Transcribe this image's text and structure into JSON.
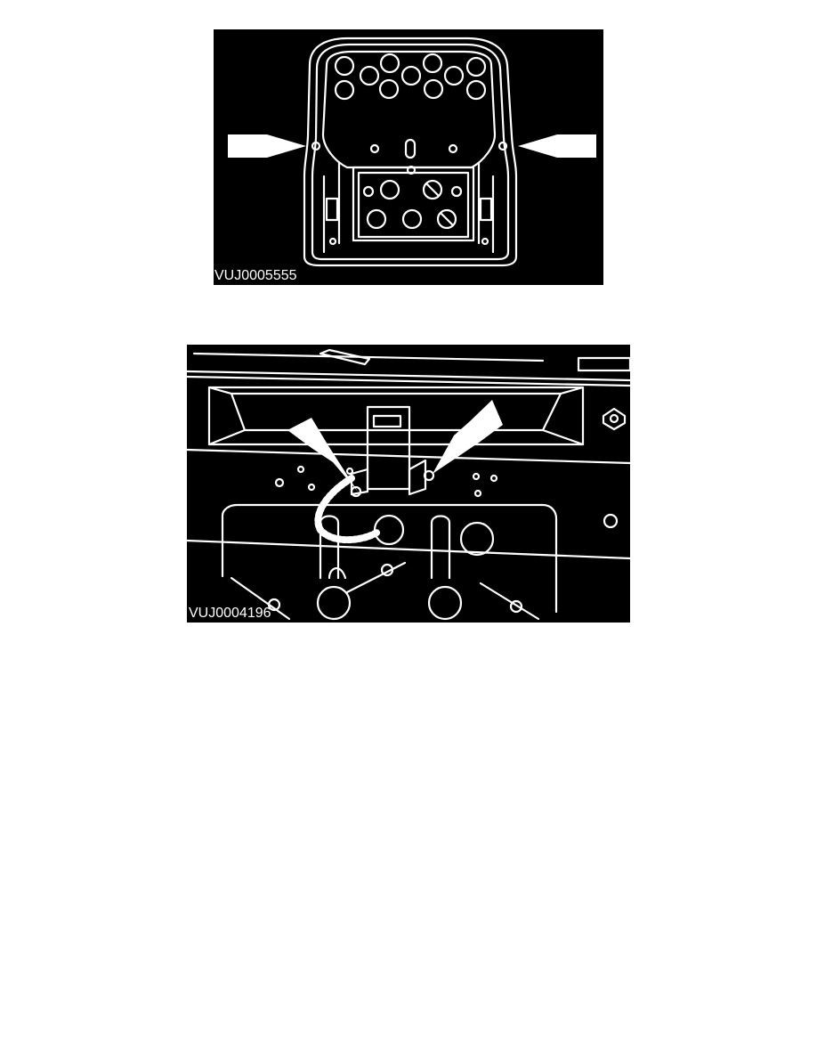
{
  "document": {
    "figures": [
      {
        "label": "VUJ0005555",
        "subject": "seat cushion underside, two arrows indicating fastener holes",
        "icon": "seat-pan-illustration"
      },
      {
        "label": "VUJ0004196",
        "subject": "seat base bracket with two arrows indicating retaining screws",
        "icon": "seat-bracket-illustration"
      }
    ]
  },
  "colors": {
    "background": "#000000",
    "linework": "#ffffff",
    "page": "#ffffff"
  }
}
